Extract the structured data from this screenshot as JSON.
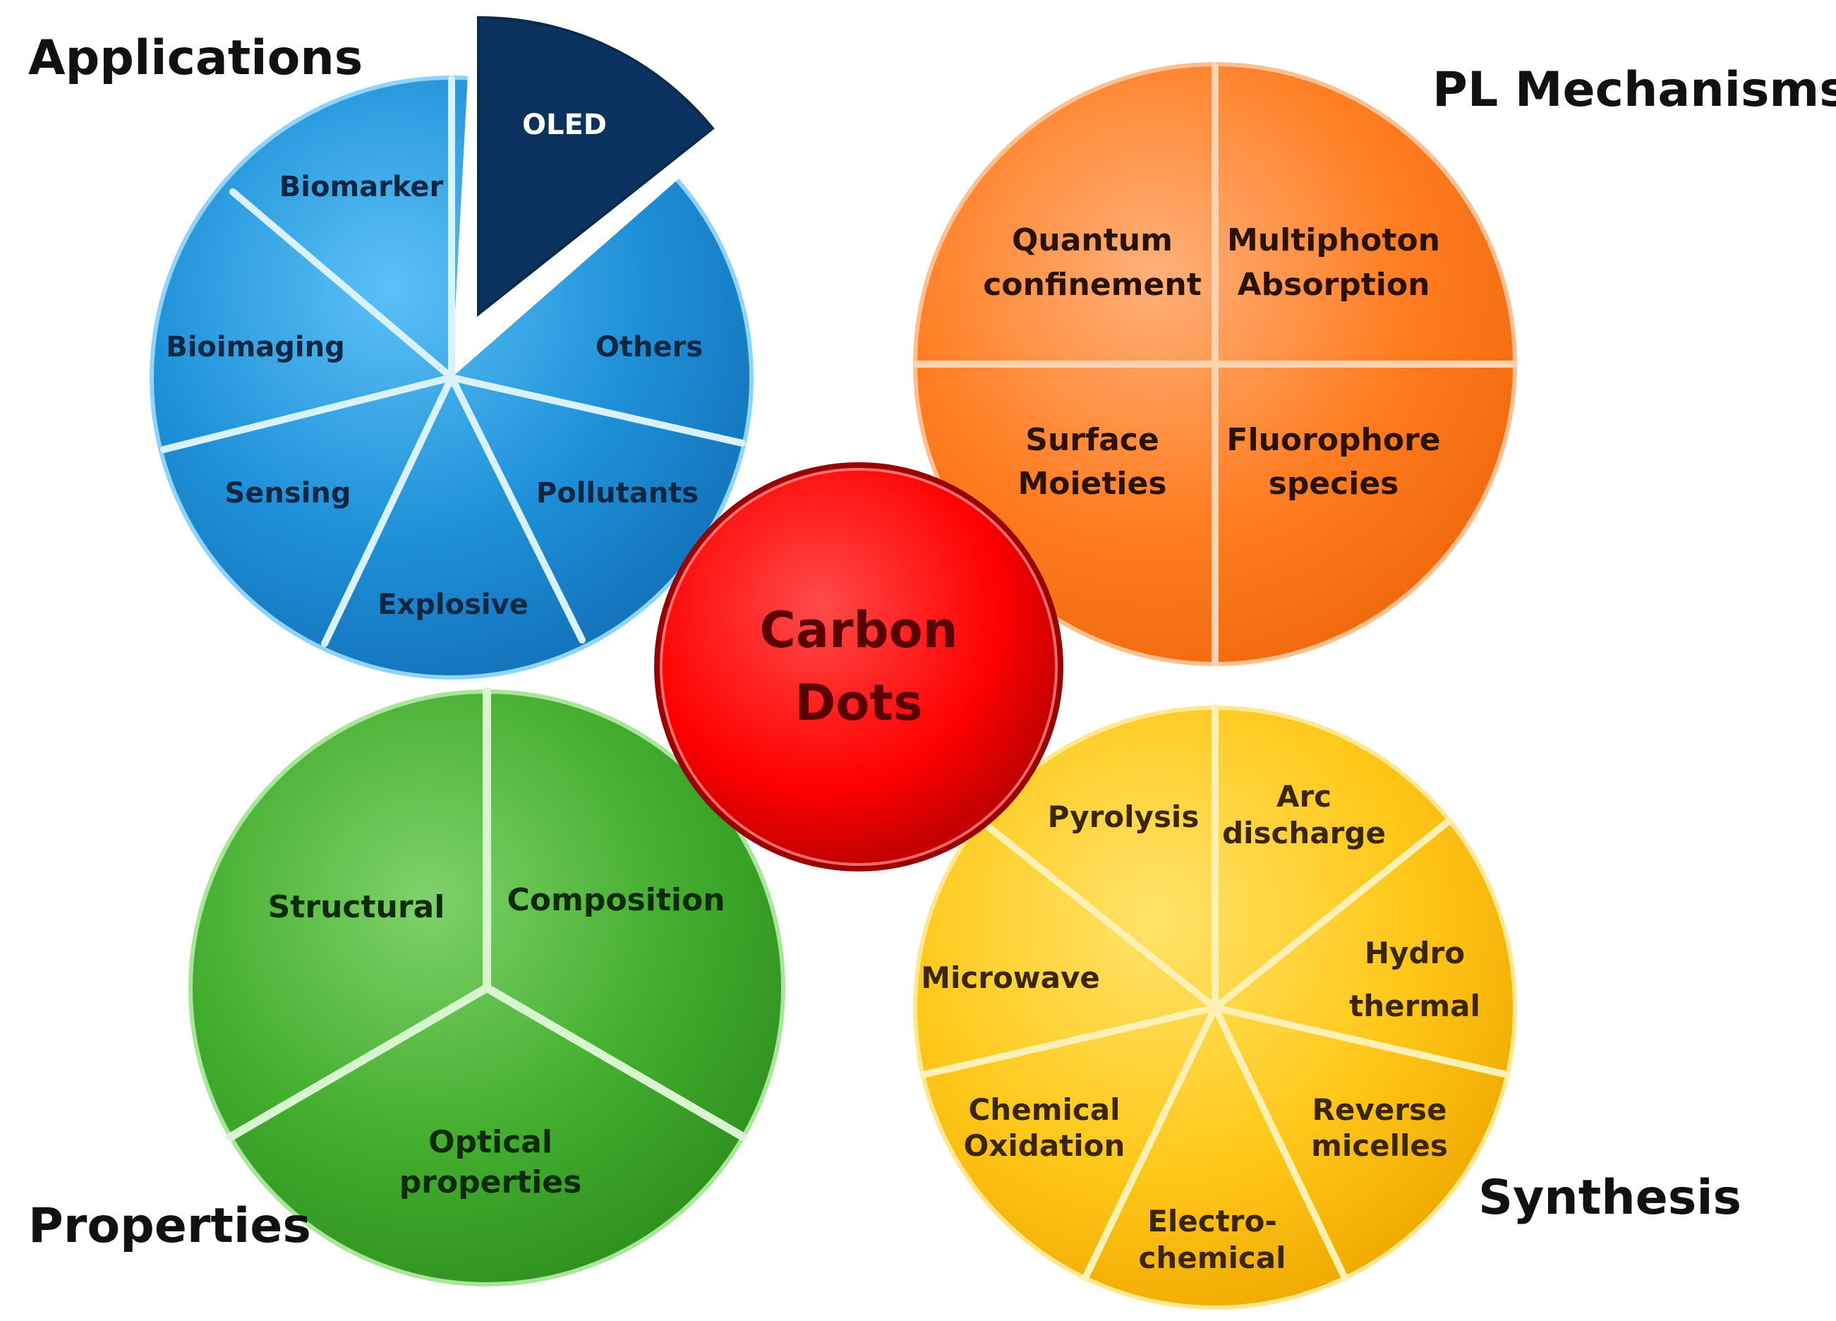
{
  "center": {
    "line1": "Carbon",
    "line2": "Dots"
  },
  "applications": {
    "title": "Applications",
    "segments": [
      "OLED",
      "Others",
      "Pollutants",
      "Explosive",
      "Sensing",
      "Bioimaging",
      "Biomarker"
    ]
  },
  "pl_mechanisms": {
    "title": "PL Mechanisms",
    "segments": [
      {
        "line1": "Quantum",
        "line2": "confinement"
      },
      {
        "line1": "Multiphoton",
        "line2": "Absorption"
      },
      {
        "line1": "Surface",
        "line2": "Moieties"
      },
      {
        "line1": "Fluorophore",
        "line2": "species"
      }
    ]
  },
  "synthesis": {
    "title": "Synthesis",
    "segments": [
      {
        "line1": "Pyrolysis",
        "line2": ""
      },
      {
        "line1": "Arc",
        "line2": "discharge"
      },
      {
        "line1": "Hydro",
        "line2": "thermal"
      },
      {
        "line1": "Reverse",
        "line2": "micelles"
      },
      {
        "line1": "Electro-",
        "line2": "chemical"
      },
      {
        "line1": "Chemical",
        "line2": "Oxidation"
      },
      {
        "line1": "Microwave",
        "line2": ""
      }
    ]
  },
  "properties": {
    "title": "Properties",
    "segments": [
      {
        "line1": "Structural",
        "line2": ""
      },
      {
        "line1": "Composition",
        "line2": ""
      },
      {
        "line1": "Optical",
        "line2": "properties"
      }
    ]
  },
  "colors": {
    "applications": "#1f8fd8",
    "oled": "#0c335f",
    "pl_mechanisms": "#ff7a1f",
    "synthesis": "#ffc81a",
    "properties": "#3faa2c",
    "center": "#ff0000"
  }
}
